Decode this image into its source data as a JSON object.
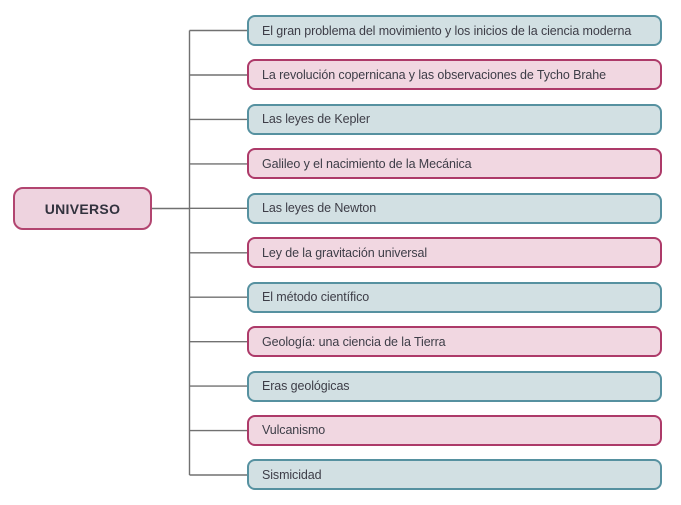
{
  "diagram": {
    "root": {
      "label": "UNIVERSO"
    },
    "items": [
      {
        "label": "El gran problema del movimiento y los inicios de la ciencia moderna",
        "variant": "blue"
      },
      {
        "label": "La revolución copernicana y las observaciones de Tycho Brahe",
        "variant": "pink"
      },
      {
        "label": "Las leyes de Kepler",
        "variant": "blue"
      },
      {
        "label": "Galileo y el nacimiento de la Mecánica",
        "variant": "pink"
      },
      {
        "label": "Las leyes de Newton",
        "variant": "blue"
      },
      {
        "label": "Ley de la gravitación universal",
        "variant": "pink"
      },
      {
        "label": "El método científico",
        "variant": "blue"
      },
      {
        "label": "Geología: una ciencia de la Tierra",
        "variant": "pink"
      },
      {
        "label": "Eras geológicas",
        "variant": "blue"
      },
      {
        "label": "Vulcanismo",
        "variant": "pink"
      },
      {
        "label": "Sismicidad",
        "variant": "blue"
      }
    ]
  },
  "colors": {
    "blue_fill": "#d2e0e3",
    "blue_border": "#5691a0",
    "pink_fill": "#f1d7e1",
    "pink_border": "#ad3a69",
    "root_fill": "#eed3df",
    "root_border": "#b24570",
    "root_text": "#32323e",
    "connector": "#717171",
    "text": "#3d3d47"
  }
}
